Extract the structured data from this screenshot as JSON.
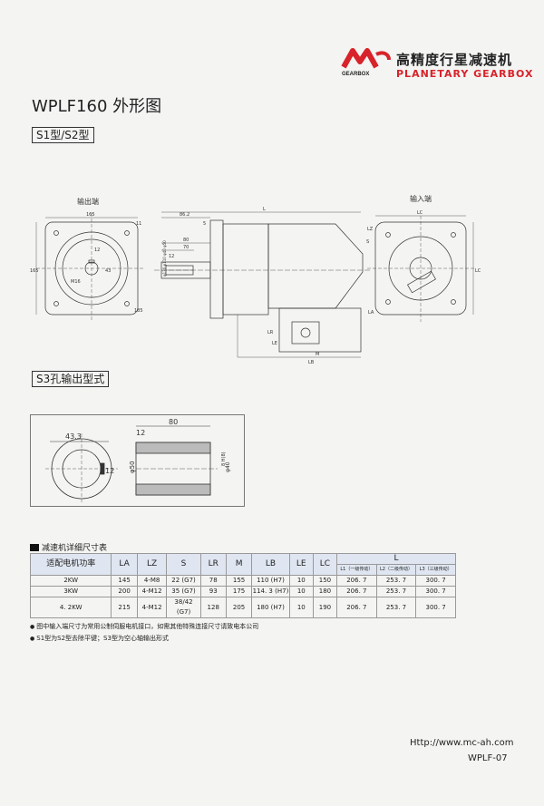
{
  "header": {
    "logo_text": "GEARBOX",
    "brand_cn": "高精度行星减速机",
    "brand_en": "PLANETARY GEARBOX",
    "brand_color": "#d8232a"
  },
  "title": "WPLF160 外形图",
  "badges": {
    "types": "S1型/S2型",
    "s3": "S3孔输出型式"
  },
  "views": {
    "output_label": "输出端",
    "input_label": "输入端",
    "output_dims": {
      "w165": "165",
      "d11": "11",
      "d185": "185",
      "h165": "165",
      "m16": "M16",
      "k12": "12",
      "k43": "43"
    },
    "side_dims": {
      "d862": "86.2",
      "d5": "5",
      "d80": "80",
      "d70": "70",
      "d12": "12",
      "L": "L",
      "LB": "LB",
      "LE": "LE",
      "LR": "LR",
      "M": "M",
      "left_vals": "φ130 φ110 φ40 φ50"
    },
    "input_dims": {
      "LC": "LC",
      "LZ": "LZ",
      "S": "S",
      "LA": "LA",
      "LC2": "LC"
    },
    "s3_dims": {
      "d433": "43.3",
      "d12a": "12",
      "d12b": "12",
      "d80": "80",
      "d50": "φ50",
      "d40": "φ40",
      "h8": "8 H(8)"
    }
  },
  "table": {
    "title": "减速机详细尺寸表",
    "headers": [
      "适配电机功率",
      "LA",
      "LZ",
      "S",
      "LR",
      "M",
      "LB",
      "LE",
      "LC",
      "L"
    ],
    "subheaders": [
      "L1（一级传动）",
      "L2（二级传动）",
      "L3（三级传动）"
    ],
    "rows": [
      [
        "2KW",
        "145",
        "4-M8",
        "22 (G7)",
        "78",
        "155",
        "110 (H7)",
        "10",
        "150",
        "206. 7",
        "253. 7",
        "300. 7"
      ],
      [
        "3KW",
        "200",
        "4-M12",
        "35 (G7)",
        "93",
        "175",
        "114. 3 (H7)",
        "10",
        "180",
        "206. 7",
        "253. 7",
        "300. 7"
      ],
      [
        "4. 2KW",
        "215",
        "4-M12",
        "38/42 (G7)",
        "128",
        "205",
        "180 (H7)",
        "10",
        "190",
        "206. 7",
        "253. 7",
        "300. 7"
      ]
    ]
  },
  "notes": [
    "图中输入端尺寸为常用公制伺服电机接口，如需其他特殊连接尺寸请致电本公司",
    "S1型为S2型去除平键；S3型为空心轴输出形式"
  ],
  "footer": {
    "url": "Http://www.mc-ah.com",
    "code": "WPLF-07"
  }
}
